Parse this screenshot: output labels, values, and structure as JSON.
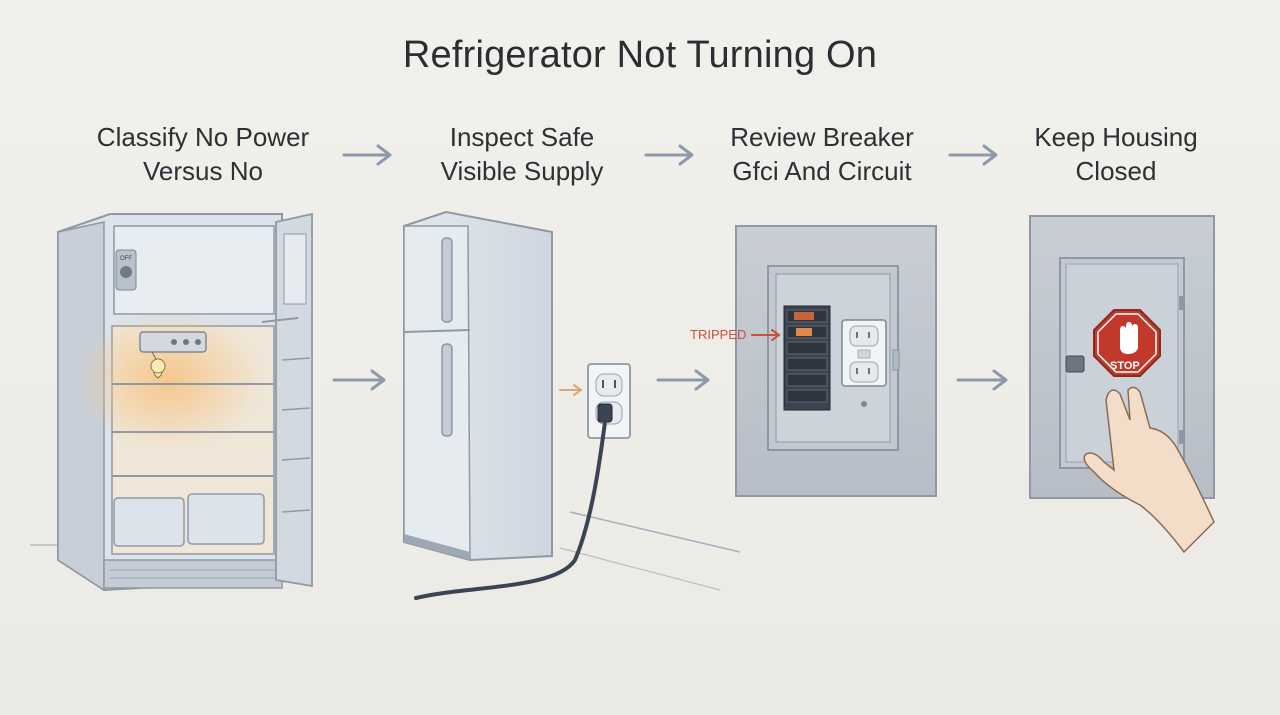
{
  "title": "Refrigerator Not Turning On",
  "steps": [
    {
      "line1": "Classify No Power",
      "line2": "Versus No",
      "illustration": "open-refrigerator-icon"
    },
    {
      "line1": "Inspect Safe",
      "line2": "Visible Supply",
      "illustration": "plugged-refrigerator-icon"
    },
    {
      "line1": "Review Breaker",
      "line2": "Gfci And Circuit",
      "illustration": "breaker-panel-icon"
    },
    {
      "line1": "Keep Housing",
      "line2": "Closed",
      "illustration": "closed-panel-stop-icon"
    }
  ],
  "callouts": {
    "tripped": "TRIPPED",
    "stop": "STOP",
    "dial": "OFF"
  },
  "colors": {
    "accent_stop": "#c0392b",
    "callout": "#c9523a",
    "glow": "#f6c98a",
    "appliance": "#dfe4ea",
    "arrow": "#8c9aab"
  }
}
